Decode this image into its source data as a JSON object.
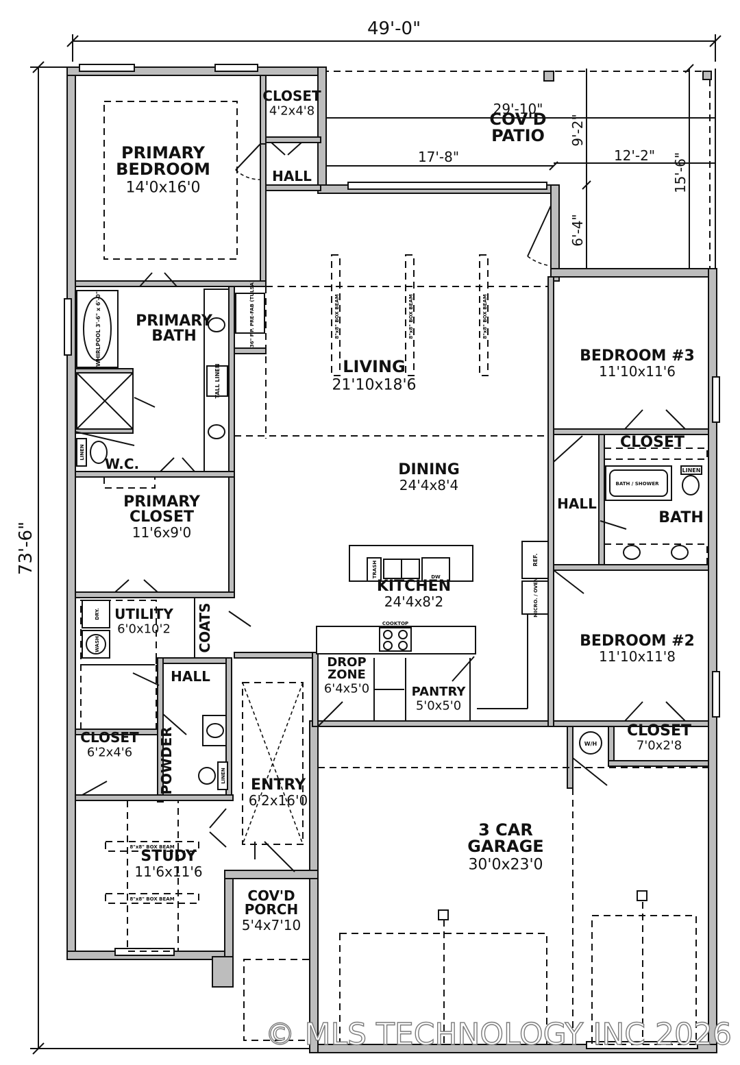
{
  "dimensions": {
    "overall_width": "49'-0\"",
    "overall_depth": "73'-6\"",
    "patio_width": "29'-10\"",
    "living_width": "17'-8\"",
    "patio_offset": "12'-2\"",
    "patio_depth": "9'-2\"",
    "patio_step": "6'-4\"",
    "side_depth": "15'-6\""
  },
  "rooms": {
    "primary_bedroom": {
      "name": "PRIMARY\nBEDROOM",
      "size": "14'0x16'0"
    },
    "closet_top": {
      "name": "CLOSET",
      "size": "4'2x4'8"
    },
    "hall_top": {
      "name": "HALL"
    },
    "patio": {
      "name": "COV'D\nPATIO"
    },
    "primary_bath": {
      "name": "PRIMARY\nBATH"
    },
    "living": {
      "name": "LIVING",
      "size": "21'10x18'6"
    },
    "bedroom3": {
      "name": "BEDROOM #3",
      "size": "11'10x11'6"
    },
    "closet_b3": {
      "name": "CLOSET"
    },
    "wc": {
      "name": "W.C."
    },
    "dining": {
      "name": "DINING",
      "size": "24'4x8'4"
    },
    "hall_mid": {
      "name": "HALL"
    },
    "bath": {
      "name": "BATH"
    },
    "primary_closet": {
      "name": "PRIMARY\nCLOSET",
      "size": "11'6x9'0"
    },
    "kitchen": {
      "name": "KITCHEN",
      "size": "24'4x8'2"
    },
    "utility": {
      "name": "UTILITY",
      "size": "6'0x10'2"
    },
    "coats": {
      "name": "COATS"
    },
    "bedroom2": {
      "name": "BEDROOM #2",
      "size": "11'10x11'8"
    },
    "hall_low": {
      "name": "HALL"
    },
    "drop_zone": {
      "name": "DROP\nZONE",
      "size": "6'4x5'0"
    },
    "pantry": {
      "name": "PANTRY",
      "size": "5'0x5'0"
    },
    "closet_low": {
      "name": "CLOSET",
      "size": "6'2x4'6"
    },
    "powder": {
      "name": "POWDER"
    },
    "closet_b2": {
      "name": "CLOSET",
      "size": "7'0x2'8"
    },
    "entry": {
      "name": "ENTRY",
      "size": "6'2x16'0"
    },
    "study": {
      "name": "STUDY",
      "size": "11'6x11'6"
    },
    "garage": {
      "name": "3 CAR\nGARAGE",
      "size": "30'0x23'0"
    },
    "porch": {
      "name": "COV'D\nPORCH",
      "size": "5'4x7'10"
    }
  },
  "fixtures": {
    "fireplace": "36\" F.P. PRE-FAB (TULSA)",
    "tall_linen": "TALL LINEN",
    "linen": "LINEN",
    "whirlpool": "WHIRLPOOL 3'-6\" x 6'-0\"",
    "box_beam": "8\"x8\" BOX BEAM",
    "bath_shower": "BATH / SHOWER",
    "trash": "TRASH",
    "dw": "DW",
    "ref": "REF.",
    "micro_oven": "MICRO. / OVEN",
    "cooktop": "COOKTOP",
    "dryer": "DRY.",
    "washer": "WASH",
    "water_heater": "W/H"
  },
  "watermark": "© MLS TECHNOLOGY INC 2026"
}
